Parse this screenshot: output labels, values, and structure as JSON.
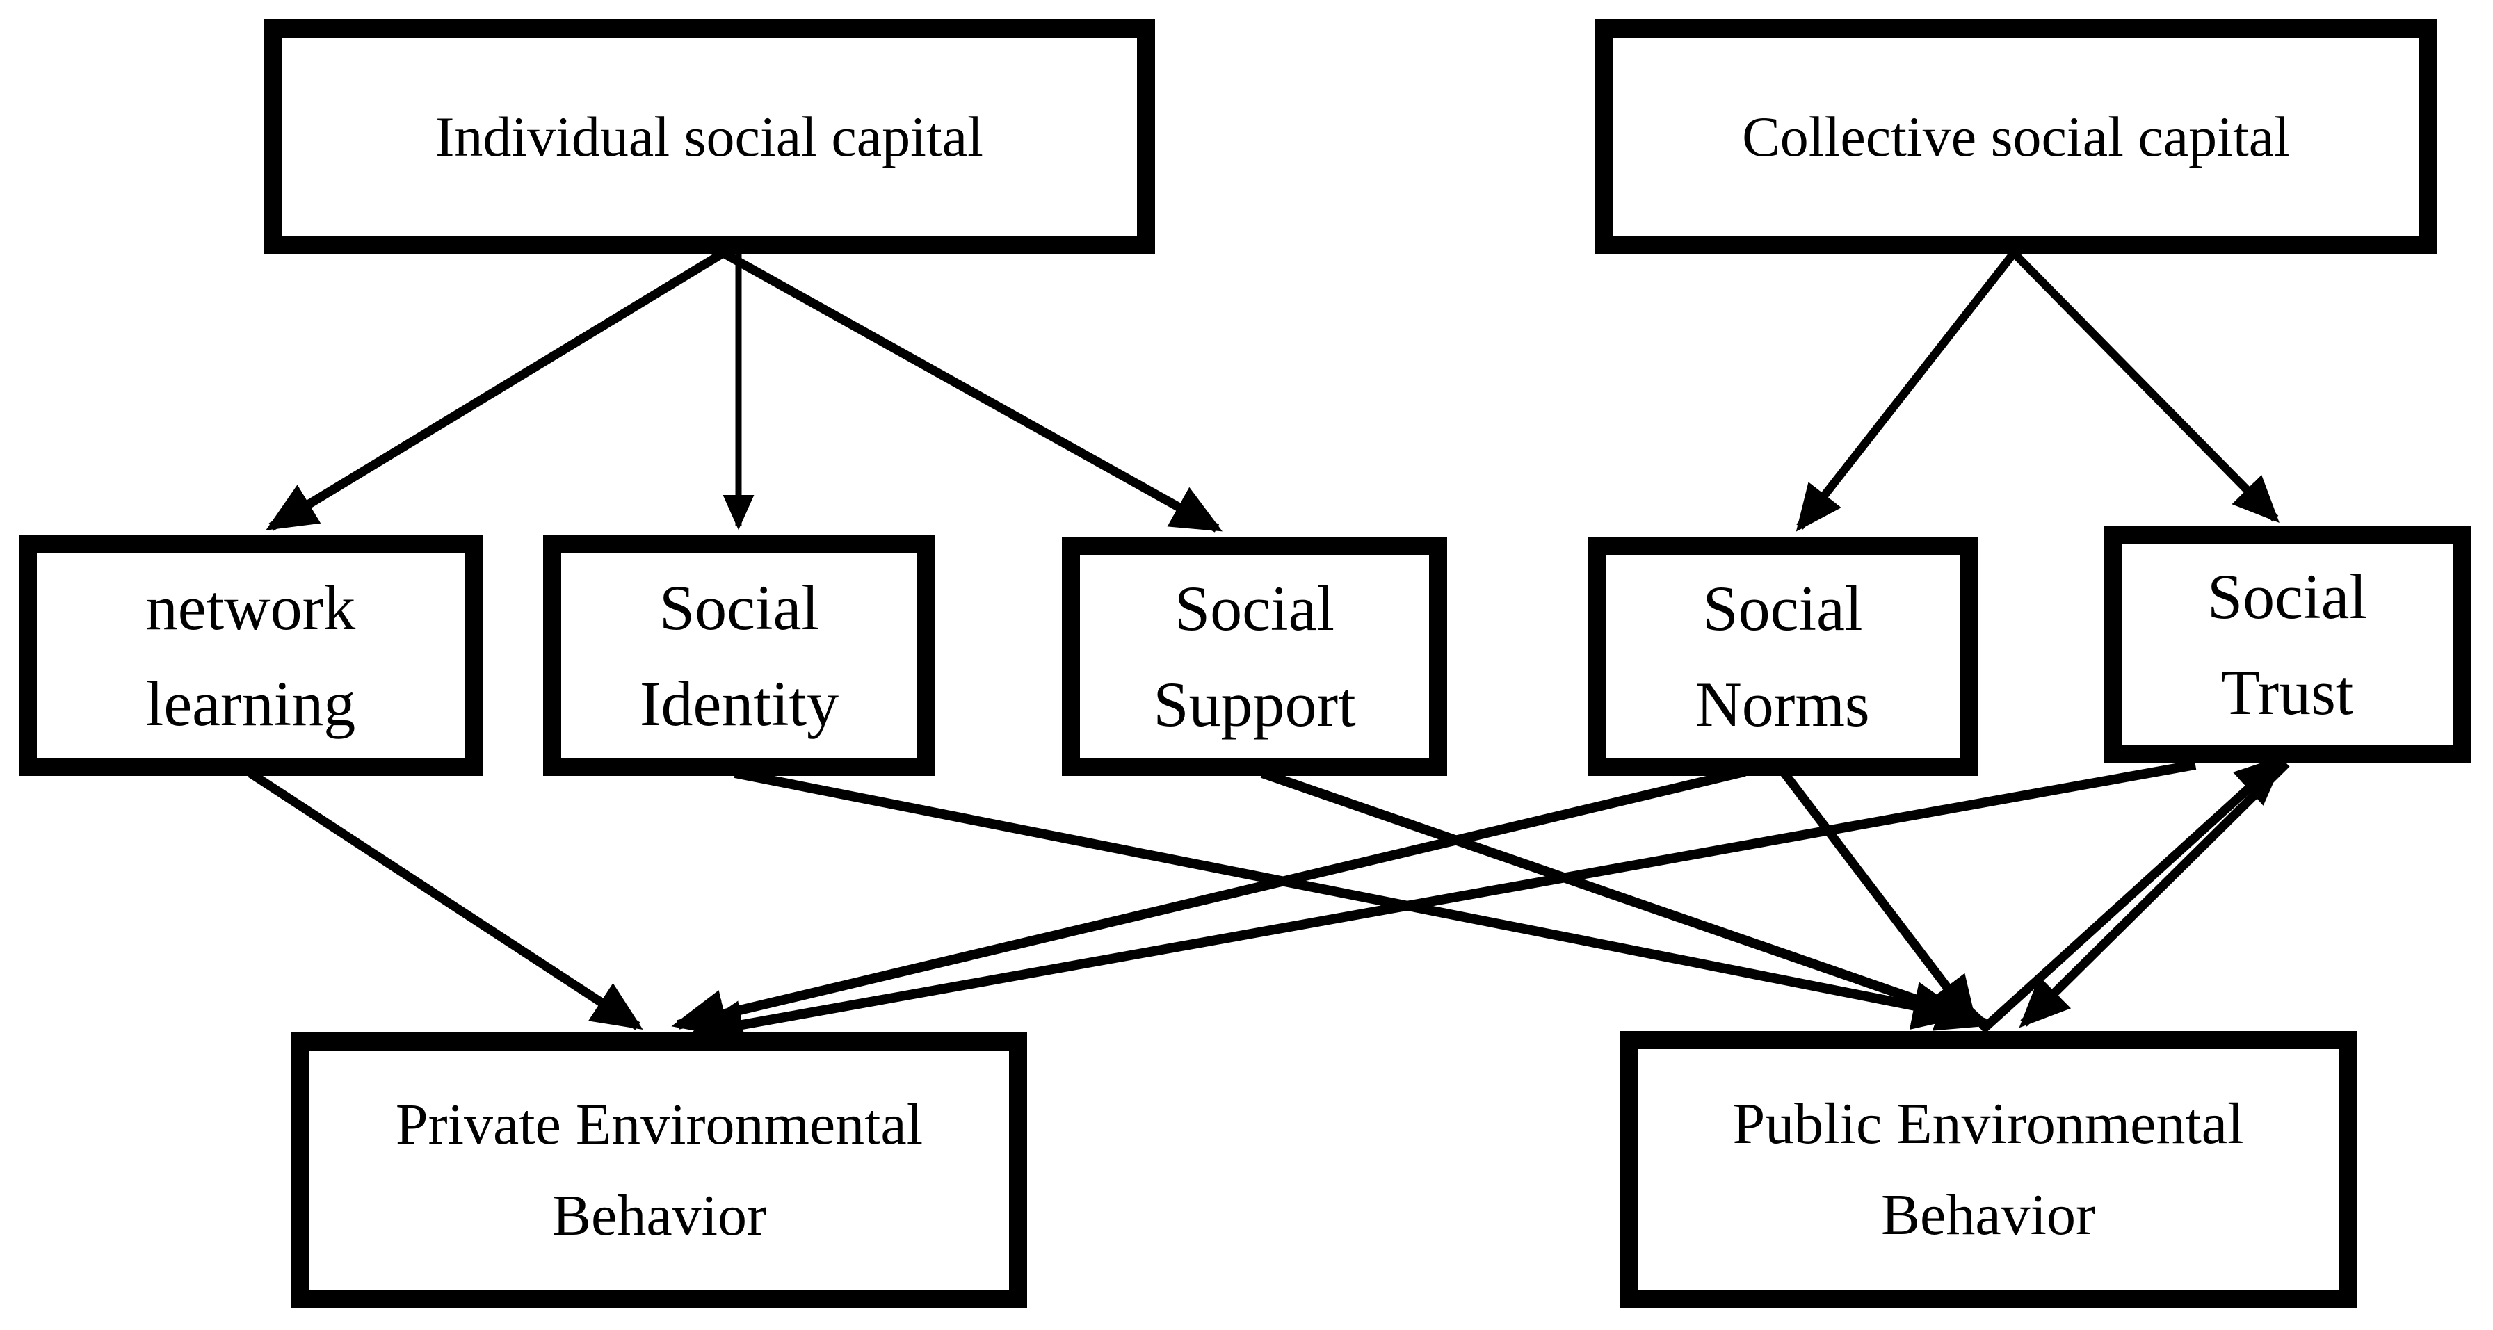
{
  "diagram": {
    "background_color": "#ffffff",
    "line_color": "#000000",
    "nodes": {
      "individual": {
        "label": "Individual social capital"
      },
      "collective": {
        "label": "Collective social capital"
      },
      "network": {
        "label": "network\nlearning"
      },
      "identity": {
        "label": "Social\nIdentity"
      },
      "support": {
        "label": "Social\nSupport"
      },
      "norms": {
        "label": "Social\nNorms"
      },
      "trust": {
        "label": "Social\nTrust"
      },
      "private": {
        "label": "Private Environmental\nBehavior"
      },
      "public": {
        "label": "Public Environmental\nBehavior"
      }
    },
    "edges": [
      {
        "from": "individual-social-capital",
        "to": "network-learning"
      },
      {
        "from": "individual-social-capital",
        "to": "social-identity"
      },
      {
        "from": "individual-social-capital",
        "to": "social-support"
      },
      {
        "from": "collective-social-capital",
        "to": "social-norms"
      },
      {
        "from": "collective-social-capital",
        "to": "social-trust"
      },
      {
        "from": "network-learning",
        "to": "private-environmental-behavior"
      },
      {
        "from": "social-identity",
        "to": "public-environmental-behavior"
      },
      {
        "from": "social-support",
        "to": "public-environmental-behavior"
      },
      {
        "from": "social-norms",
        "to": "private-environmental-behavior"
      },
      {
        "from": "social-norms",
        "to": "public-environmental-behavior"
      },
      {
        "from": "social-trust",
        "to": "private-environmental-behavior"
      },
      {
        "from": "social-trust",
        "to": "public-environmental-behavior"
      },
      {
        "from": "public-environmental-behavior",
        "to": "social-trust"
      }
    ]
  }
}
